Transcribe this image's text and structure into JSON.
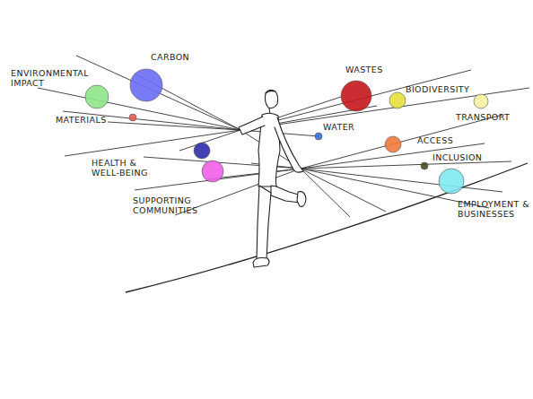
{
  "diagram": {
    "nodes": [
      {
        "text": [
          "CARBON"
        ]
      },
      {
        "text": [
          "ENVIRONMENTAL IMPACT"
        ]
      },
      {
        "text": [
          "MATERIALS"
        ]
      },
      {
        "text": [
          "HEALTH & WELL-BEING"
        ]
      },
      {
        "text": [
          "SUPPORTING COMMUNITIES"
        ]
      },
      {
        "text": [
          "WASTES"
        ]
      },
      {
        "text": [
          "BIODIVERSITY"
        ]
      },
      {
        "text": [
          "TRANSPORT"
        ]
      },
      {
        "text": [
          "WATER"
        ]
      },
      {
        "text": [
          "ACCESS"
        ]
      },
      {
        "text": [
          "INCLUSION"
        ]
      },
      {
        "text": [
          "EMPLOYMENT & BUSINESSES"
        ]
      }
    ]
  }
}
